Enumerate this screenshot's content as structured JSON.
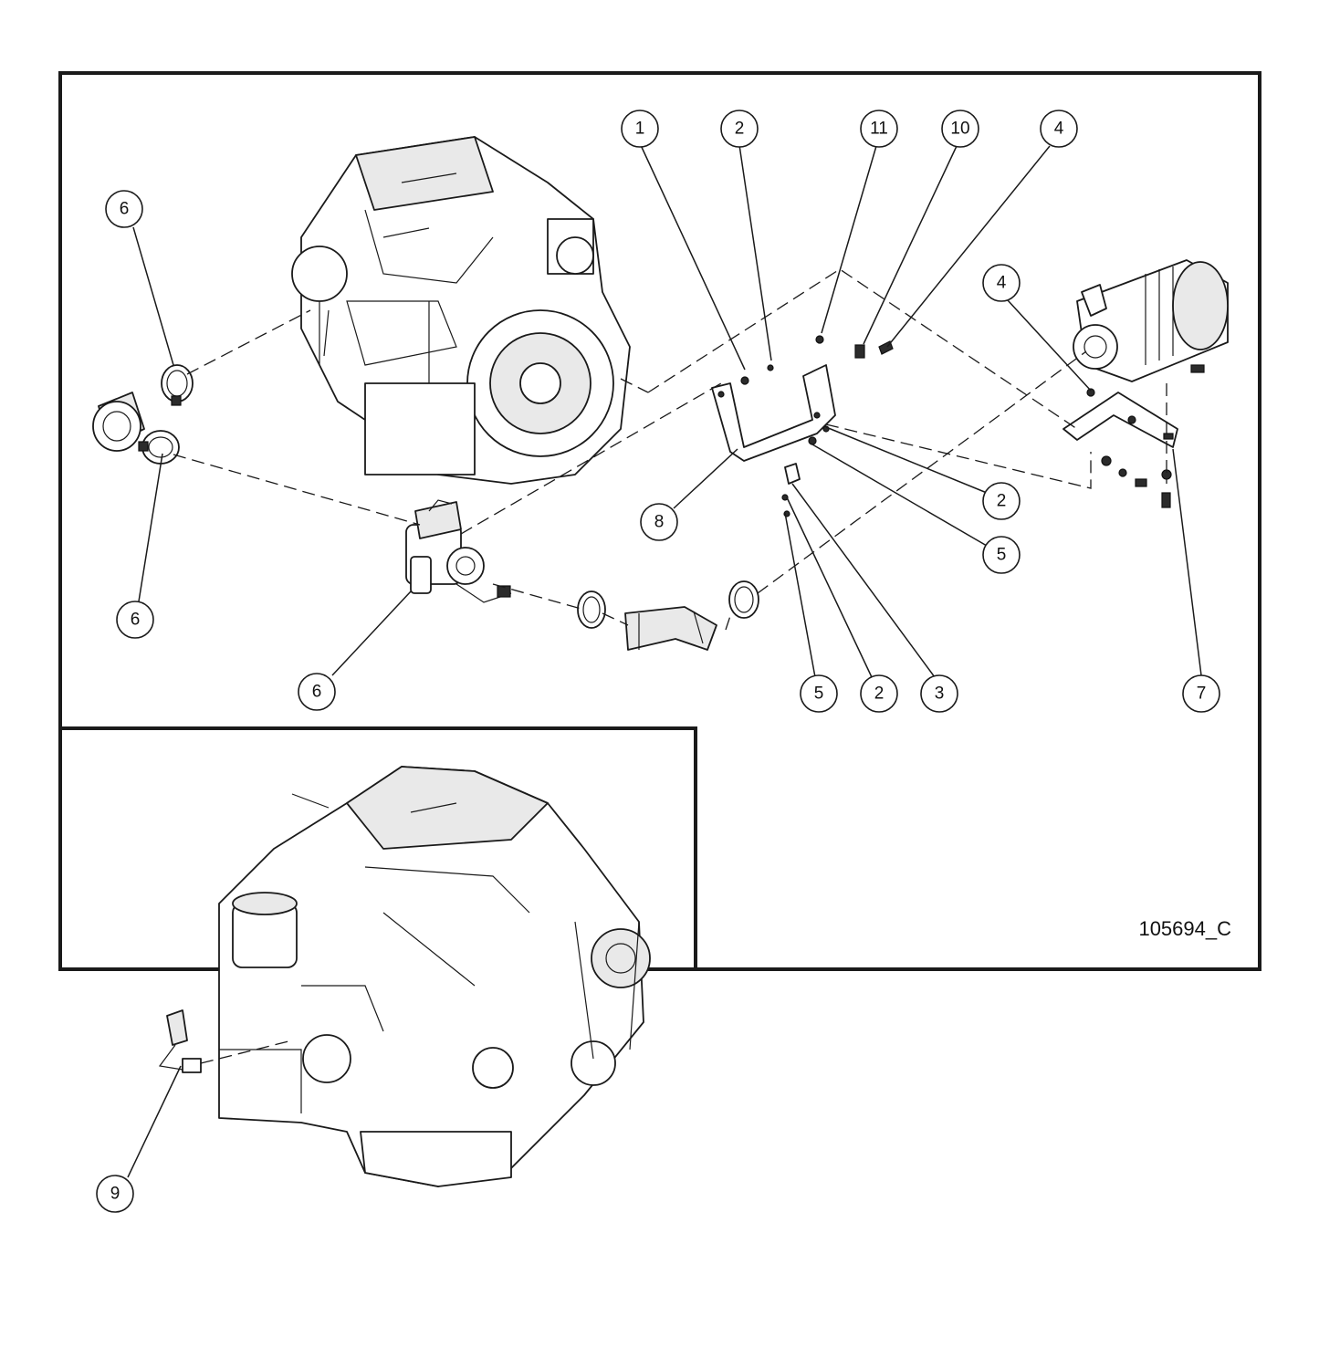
{
  "figure_id": "105694_C",
  "callouts": [
    {
      "id": "c1",
      "label": "1"
    },
    {
      "id": "c2a",
      "label": "2"
    },
    {
      "id": "c11",
      "label": "11"
    },
    {
      "id": "c10",
      "label": "10"
    },
    {
      "id": "c4a",
      "label": "4"
    },
    {
      "id": "c6a",
      "label": "6"
    },
    {
      "id": "c4b",
      "label": "4"
    },
    {
      "id": "c8",
      "label": "8"
    },
    {
      "id": "c2b",
      "label": "2"
    },
    {
      "id": "c5a",
      "label": "5"
    },
    {
      "id": "c6b",
      "label": "6"
    },
    {
      "id": "c6c",
      "label": "6"
    },
    {
      "id": "c5b",
      "label": "5"
    },
    {
      "id": "c2c",
      "label": "2"
    },
    {
      "id": "c3",
      "label": "3"
    },
    {
      "id": "c7",
      "label": "7"
    },
    {
      "id": "c9",
      "label": "9"
    }
  ],
  "colors": {
    "line": "#1a1a1a",
    "background": "#ffffff",
    "shade": "#e9e9e9"
  }
}
